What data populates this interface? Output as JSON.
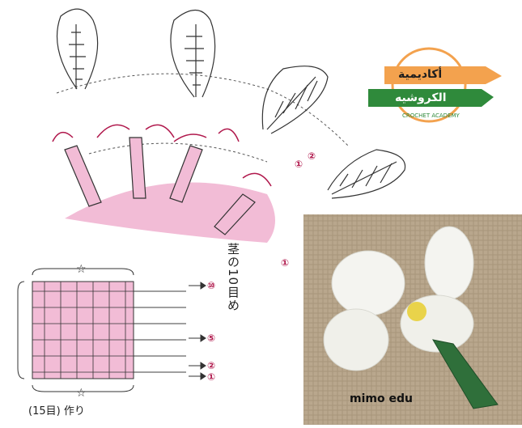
{
  "logo": {
    "text_arabic_1": "أكاديمية",
    "text_arabic_2": "الكروشيه",
    "text_latin": "CROCHET ACADEMY"
  },
  "stem_label": "茎の10目め",
  "row_markers": [
    "⑩",
    "⑤",
    "②",
    "①"
  ],
  "petal_markers": [
    "①",
    "②",
    "①"
  ],
  "foundation_label": "(15目) 作り",
  "star_symbol": "☆",
  "photo_caption": "mimo edu",
  "colors": {
    "pink_fill": "#f2bcd6",
    "stitch_line": "#333333",
    "dark_pink": "#b0184c",
    "logo_orange": "#f3a24e",
    "logo_green": "#2f8a3b",
    "burlap": "#b9a78d"
  }
}
